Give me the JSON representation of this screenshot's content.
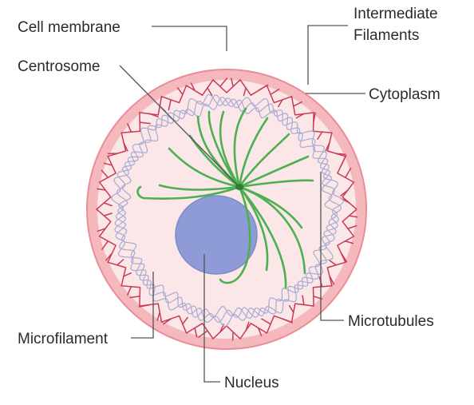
{
  "labels": {
    "cell_membrane": "Cell membrane",
    "intermediate_filaments_line1": "Intermediate",
    "intermediate_filaments_line2": "Filaments",
    "centrosome": "Centrosome",
    "cytoplasm": "Cytoplasm",
    "microfilament": "Microfilament",
    "microtubules": "Microtubules",
    "nucleus": "Nucleus"
  },
  "colors": {
    "membrane_fill": "#f5b8bd",
    "membrane_stroke": "#ea8d97",
    "cytoplasm_fill": "#fbe6e8",
    "microfilament": "#c93a58",
    "intermediate_filament": "#a7abd3",
    "microtubule": "#4caf50",
    "nucleus_fill": "#8f9bd6",
    "nucleus_stroke": "#7f8bc8",
    "centrosome": "#2e7d32"
  }
}
